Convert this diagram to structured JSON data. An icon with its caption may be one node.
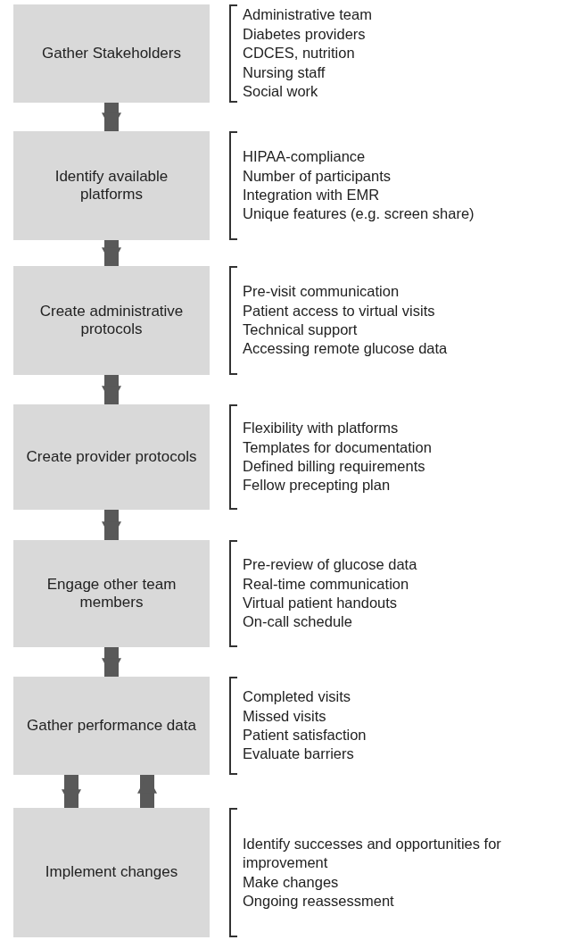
{
  "diagram": {
    "nodes": [
      {
        "text": [
          "Gather Stakeholders"
        ],
        "beside": [
          "Administrative team",
          "Diabetes providers",
          "CDCES, nutrition",
          "Nursing staff",
          "Social work"
        ]
      },
      {
        "text": [
          "Identify available platforms"
        ],
        "beside": [
          "HIPAA-compliance",
          "Number of participants",
          "Integration with EMR",
          "Unique features (e.g. screen share)"
        ]
      },
      {
        "text": [
          "Create administrative protocols"
        ],
        "beside": [
          "Pre-visit communication",
          "Patient access to virtual visits",
          "Technical support",
          "Accessing remote glucose data"
        ]
      },
      {
        "text": [
          "Create provider protocols"
        ],
        "beside": [
          "Flexibility with platforms",
          "Templates for documentation",
          "Defined billing requirements",
          "Fellow precepting plan"
        ]
      },
      {
        "text": [
          "Engage other team members"
        ],
        "beside": [
          "Pre-review of glucose data",
          "Real-time communication",
          "Virtual patient handouts",
          "On-call schedule"
        ]
      },
      {
        "text": [
          "Gather performance data"
        ],
        "beside": [
          "Completed visits",
          "Missed visits",
          "Patient satisfaction",
          "Evaluate barriers"
        ]
      },
      {
        "text": [
          "Implement changes"
        ],
        "beside": [
          "Identify successes and opportunities for improvement",
          "Make changes",
          "Ongoing reassessment"
        ]
      }
    ],
    "edges": [
      {
        "from": 0,
        "to": 1,
        "arrow": "to"
      },
      {
        "from": 1,
        "to": 2,
        "arrow": "to"
      },
      {
        "from": 2,
        "to": 3,
        "arrow": "to"
      },
      {
        "from": 3,
        "to": 4,
        "arrow": "to"
      },
      {
        "from": 4,
        "to": 5,
        "arrow": "to"
      },
      {
        "from": 5,
        "to": 6,
        "arrow": "to"
      },
      {
        "from": 6,
        "to": 5,
        "arrow": "to"
      }
    ]
  }
}
